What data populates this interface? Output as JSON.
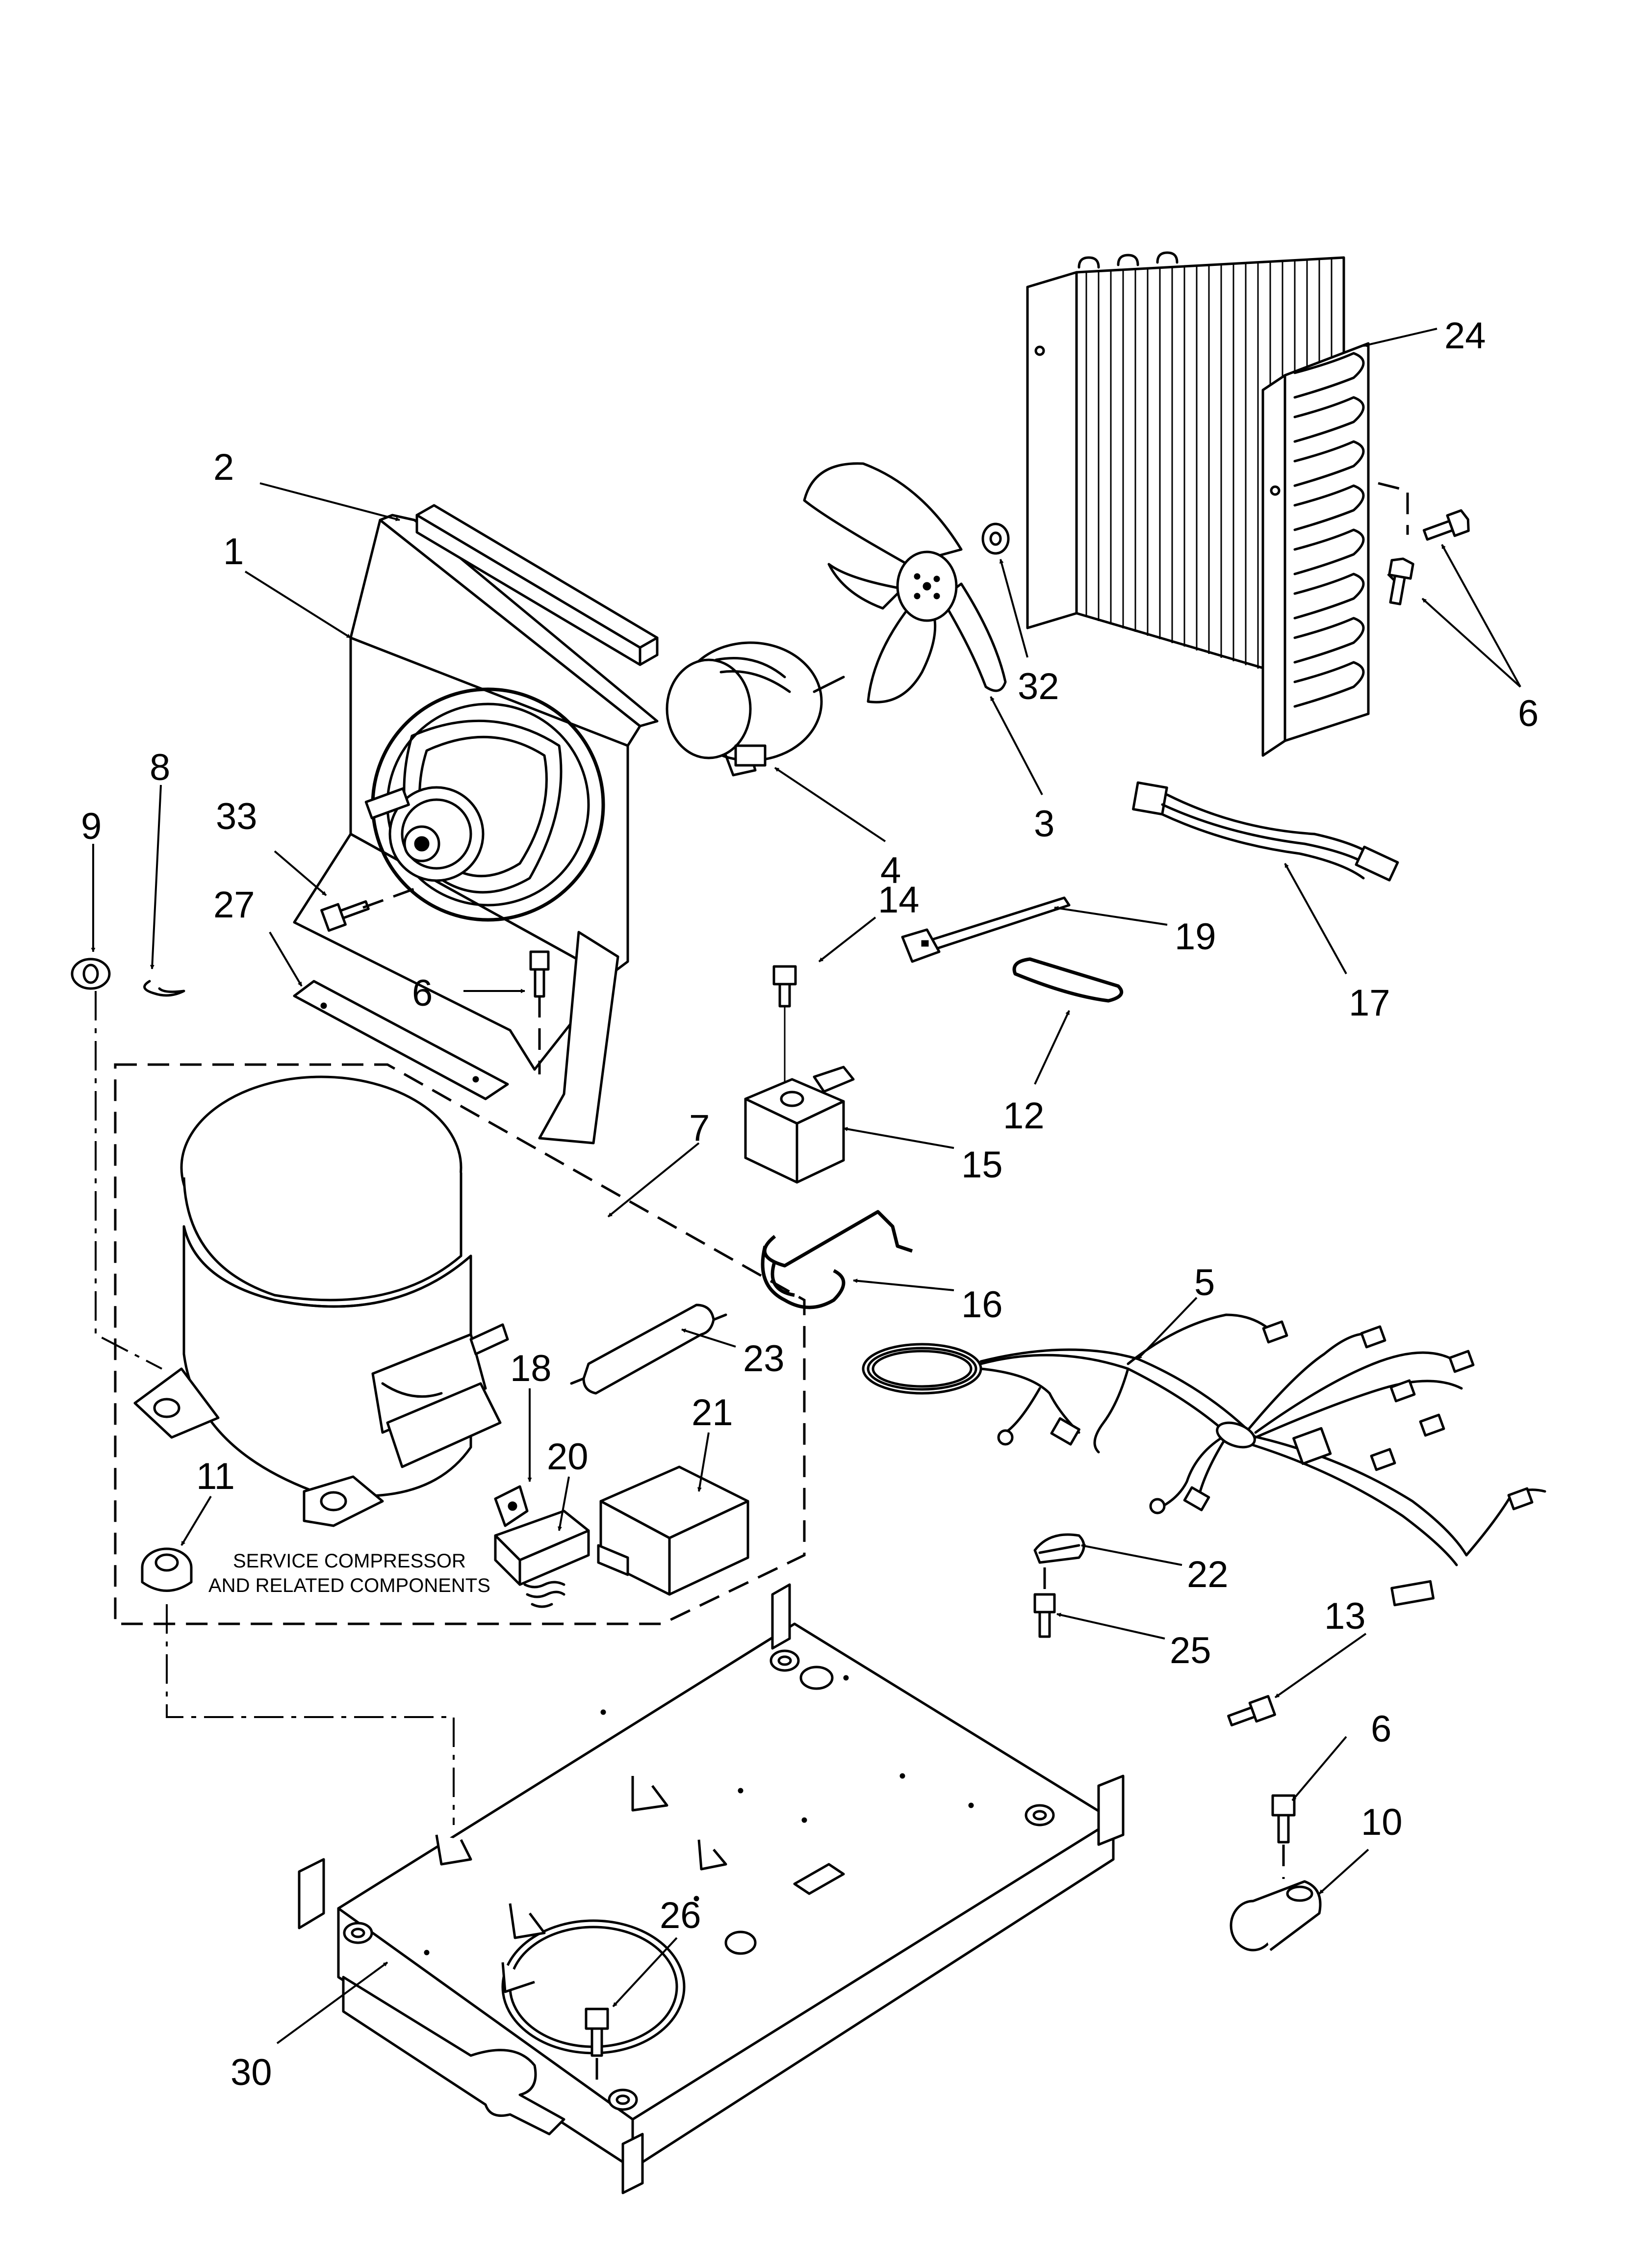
{
  "callouts": {
    "c1": "1",
    "c2": "2",
    "c3": "3",
    "c4": "4",
    "c5": "5",
    "c6a": "6",
    "c6b": "6",
    "c6c": "6",
    "c7": "7",
    "c8": "8",
    "c9": "9",
    "c10": "10",
    "c11": "11",
    "c12": "12",
    "c13": "13",
    "c14": "14",
    "c15": "15",
    "c16": "16",
    "c17": "17",
    "c18": "18",
    "c19": "19",
    "c20": "20",
    "c21": "21",
    "c22": "22",
    "c23": "23",
    "c24": "24",
    "c25": "25",
    "c26": "26",
    "c27": "27",
    "c30": "30",
    "c32": "32",
    "c33": "33"
  },
  "caption": {
    "line1": "SERVICE COMPRESSOR",
    "line2": "AND RELATED COMPONENTS"
  }
}
